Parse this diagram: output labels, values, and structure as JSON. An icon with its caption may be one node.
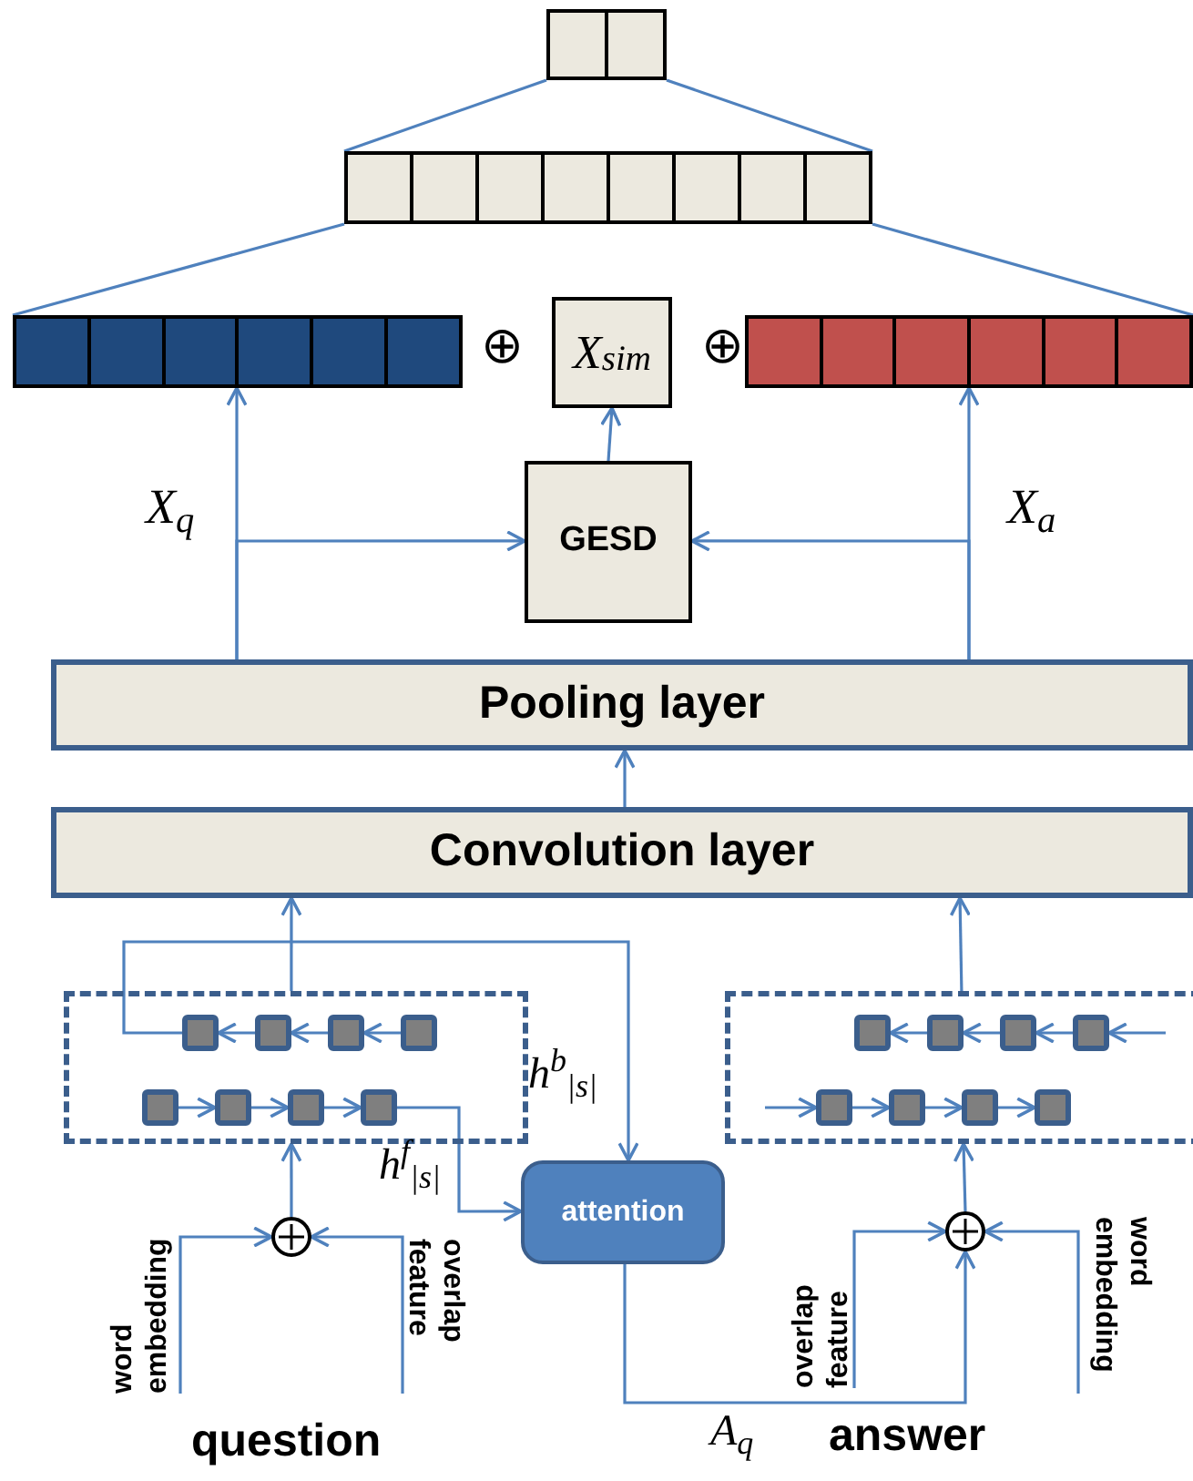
{
  "diagram": {
    "nodes": [
      {
        "text": [],
        "shape": "bar"
      },
      {
        "text": [],
        "shape": "bar"
      },
      {
        "text": [],
        "shape": "bar"
      },
      {
        "text": [
          "X$_{sim}$"
        ]
      },
      {
        "text": [],
        "shape": "bar"
      },
      {
        "text": [
          "GESD"
        ]
      },
      {
        "text": [
          "Pooling layer"
        ]
      },
      {
        "text": [
          "Convolution layer"
        ]
      },
      {
        "text": [],
        "shape": "box"
      },
      {
        "text": [],
        "shape": "box",
        "in": 8
      },
      {
        "text": [],
        "shape": "box",
        "in": 8
      },
      {
        "text": [],
        "shape": "box",
        "in": 8
      },
      {
        "text": [],
        "shape": "box",
        "in": 8
      },
      {
        "text": [],
        "shape": "box",
        "in": 8
      },
      {
        "text": [],
        "shape": "box",
        "in": 8
      },
      {
        "text": [],
        "shape": "box",
        "in": 8
      },
      {
        "text": [],
        "shape": "box",
        "in": 8
      },
      {
        "text": [],
        "shape": "box"
      },
      {
        "text": [],
        "shape": "box",
        "in": 17
      },
      {
        "text": [],
        "shape": "box",
        "in": 17
      },
      {
        "text": [],
        "shape": "box",
        "in": 17
      },
      {
        "text": [],
        "shape": "box",
        "in": 17
      },
      {
        "text": [],
        "shape": "box",
        "in": 17
      },
      {
        "text": [],
        "shape": "box",
        "in": 17
      },
      {
        "text": [],
        "shape": "box",
        "in": 17
      },
      {
        "text": [],
        "shape": "box",
        "in": 17
      },
      {
        "text": [
          "attention"
        ]
      },
      {
        "text": [],
        "shape": "circle"
      },
      {
        "text": [],
        "shape": "circle"
      },
      {
        "text": [
          "word embedding"
        ]
      },
      {
        "text": [
          "overlap feature"
        ]
      },
      {
        "text": [
          "overlap feature"
        ]
      },
      {
        "text": [
          "word embedding"
        ]
      }
    ],
    "edges": [
      {
        "from": 0,
        "to": 1,
        "arrow": "none"
      },
      {
        "from": 0,
        "to": 1,
        "arrow": "none"
      },
      {
        "from": 1,
        "to": 2,
        "arrow": "none"
      },
      {
        "from": 1,
        "to": 4,
        "arrow": "none"
      },
      {
        "from": 5,
        "to": 3,
        "arrow": "to"
      },
      {
        "from": 6,
        "to": 2,
        "arrow": "to"
      },
      {
        "from": 6,
        "to": 5,
        "arrow": "to"
      },
      {
        "from": 6,
        "to": 4,
        "arrow": "to"
      },
      {
        "from": 6,
        "to": 5,
        "arrow": "to"
      },
      {
        "from": 7,
        "to": 6,
        "arrow": "to"
      },
      {
        "from": 8,
        "to": 7,
        "arrow": "to"
      },
      {
        "from": 17,
        "to": 7,
        "arrow": "to"
      },
      {
        "from": 12,
        "to": 11,
        "arrow": "to"
      },
      {
        "from": 11,
        "to": 10,
        "arrow": "to"
      },
      {
        "from": 10,
        "to": 9,
        "arrow": "to"
      },
      {
        "from": 13,
        "to": 14,
        "arrow": "to"
      },
      {
        "from": 14,
        "to": 15,
        "arrow": "to"
      },
      {
        "from": 15,
        "to": 16,
        "arrow": "to"
      },
      {
        "from": 9,
        "to": 26,
        "arrow": "to",
        "label": "h$^{b}$$_{|s|}$"
      },
      {
        "from": 16,
        "to": 26,
        "arrow": "to",
        "label": "h$^{f}$$_{|s|}$"
      },
      {
        "from": 27,
        "to": 8,
        "arrow": "to"
      },
      {
        "from": 29,
        "to": 27,
        "arrow": "to"
      },
      {
        "from": 30,
        "to": 27,
        "arrow": "to"
      },
      {
        "from": 21,
        "to": 20,
        "arrow": "to"
      },
      {
        "from": 20,
        "to": 19,
        "arrow": "to"
      },
      {
        "from": 19,
        "to": 18,
        "arrow": "to"
      },
      {
        "from": null,
        "to": 21,
        "arrow": "to"
      },
      {
        "from": null,
        "to": 22,
        "arrow": "to"
      },
      {
        "from": 22,
        "to": 23,
        "arrow": "to"
      },
      {
        "from": 23,
        "to": 24,
        "arrow": "to"
      },
      {
        "from": 24,
        "to": 25,
        "arrow": "to"
      },
      {
        "from": 28,
        "to": 17,
        "arrow": "to"
      },
      {
        "from": 31,
        "to": 28,
        "arrow": "to"
      },
      {
        "from": 32,
        "to": 28,
        "arrow": "to"
      },
      {
        "from": 26,
        "to": 28,
        "arrow": "to",
        "label": "A$_{q}$"
      }
    ],
    "labels": [
      "⊕",
      "⊕",
      "X$_{q}$",
      "X$_{a}$",
      "question",
      "answer"
    ]
  }
}
